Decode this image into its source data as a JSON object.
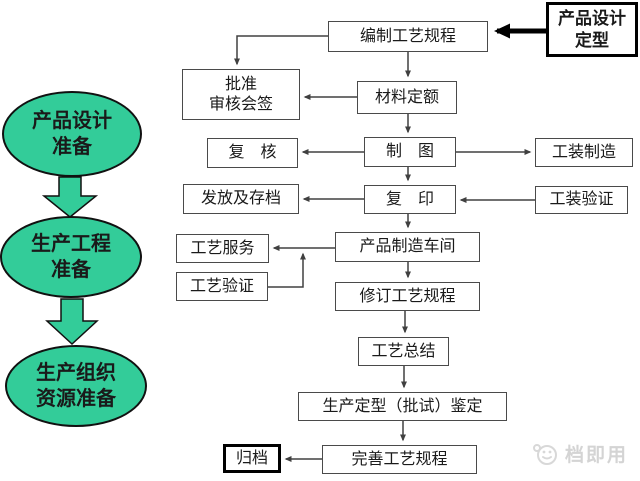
{
  "stages": {
    "design_prep": "产品设计\n准备",
    "engineering_prep": "生产工程\n准备",
    "organization_prep": "生产组织\n资源准备"
  },
  "nodes": {
    "design_finalized": "产品设计\n定型",
    "compile_process": "编制工艺规程",
    "approval": "批准\n审核会签",
    "material_quota": "材料定额",
    "review": "复　核",
    "drawing": "制　图",
    "issue_archive": "发放及存档",
    "copy": "复　印",
    "tooling_manufacture": "工装制造",
    "tooling_verification": "工装验证",
    "process_service": "工艺服务",
    "process_verification": "工艺验证",
    "manufacturing_workshop": "产品制造车间",
    "revise_process": "修订工艺规程",
    "process_summary": "工艺总结",
    "production_appraisal": "生产定型（批试）鉴定",
    "improve_process": "完善工艺规程",
    "archive": "归档"
  },
  "watermark": {
    "text": "档即用"
  },
  "colors": {
    "stage_fill": "#33cc99",
    "connector": "#404040",
    "emphasis": "#000000"
  }
}
